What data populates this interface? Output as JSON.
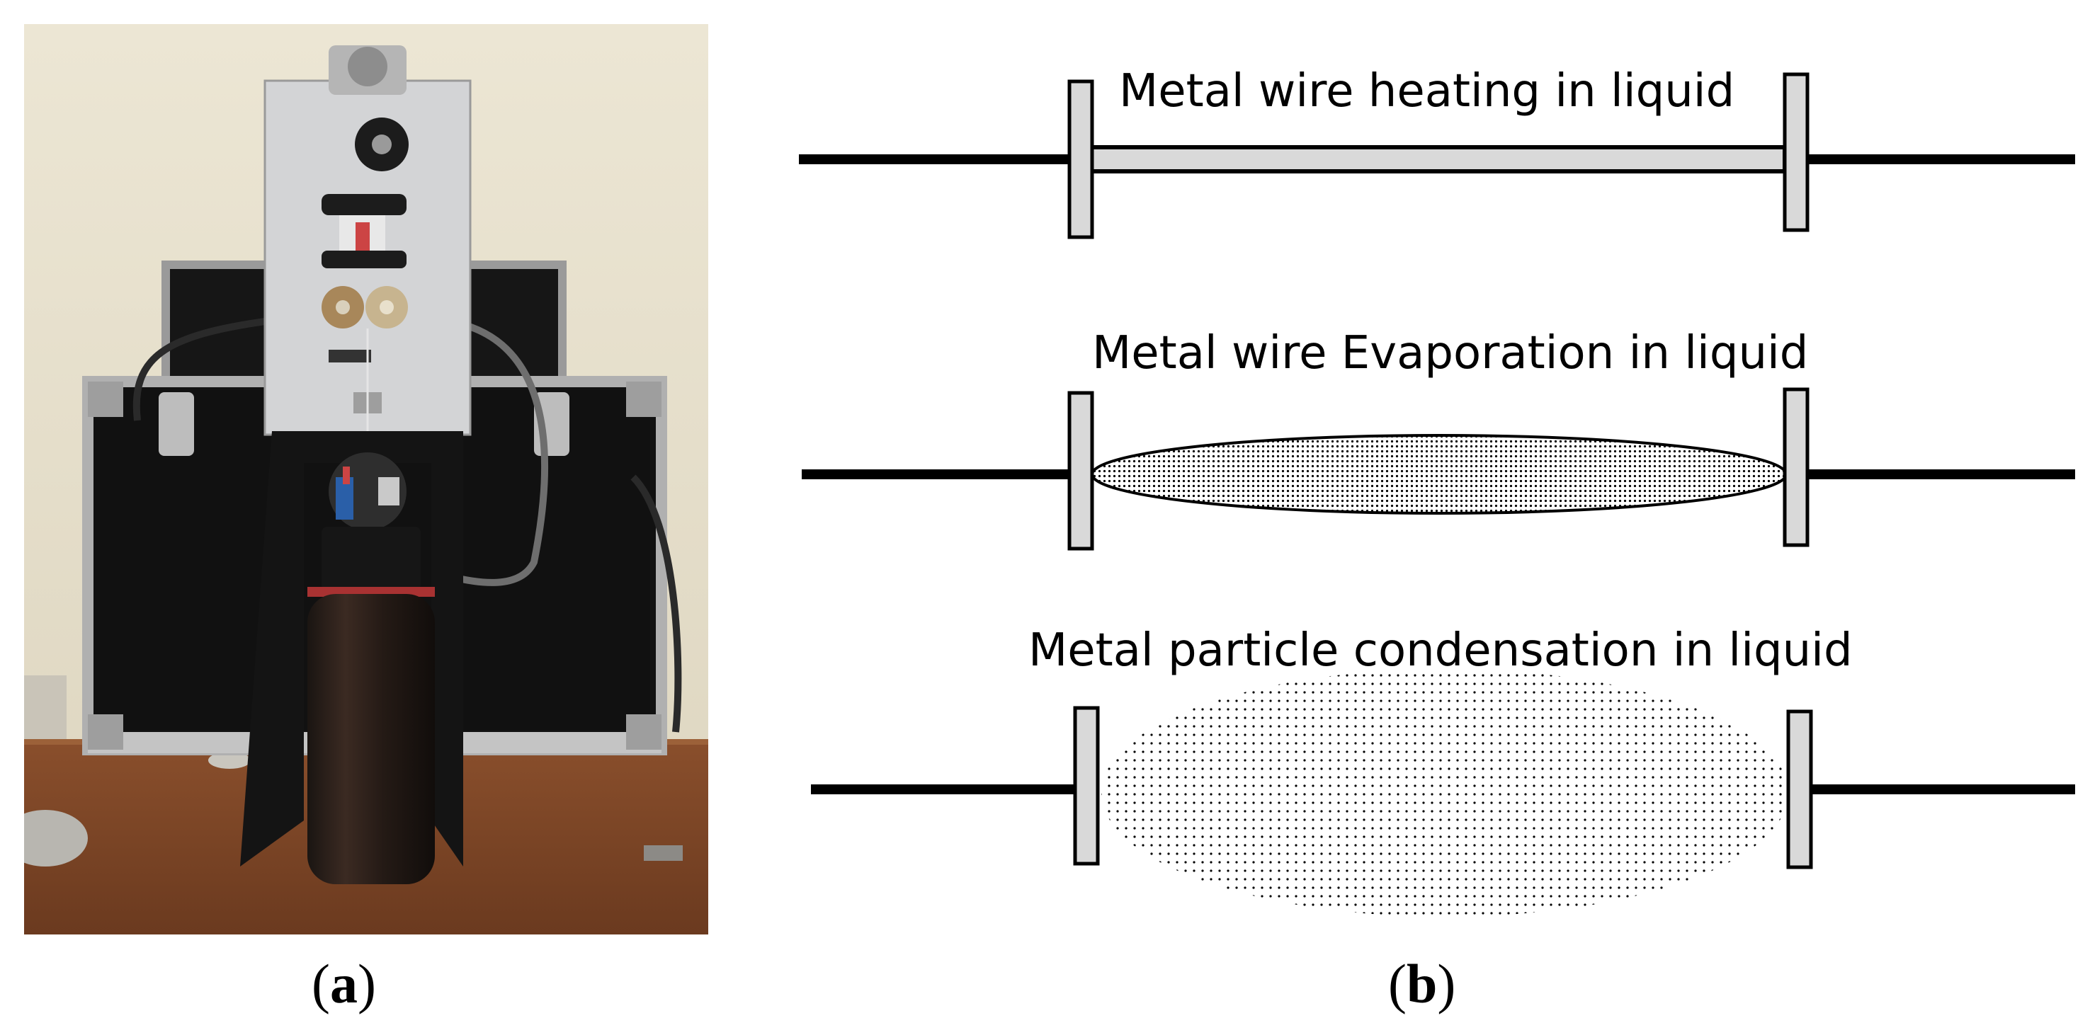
{
  "captions": {
    "a": "a",
    "b": "b"
  },
  "diagram": {
    "stage1": "Metal wire heating in liquid",
    "stage2": "Metal wire Evaporation in liquid",
    "stage3": "Metal particle condensation in liquid"
  },
  "colors": {
    "electrode": "#d9d9d9",
    "wire": "#000000",
    "background": "#ffffff"
  }
}
